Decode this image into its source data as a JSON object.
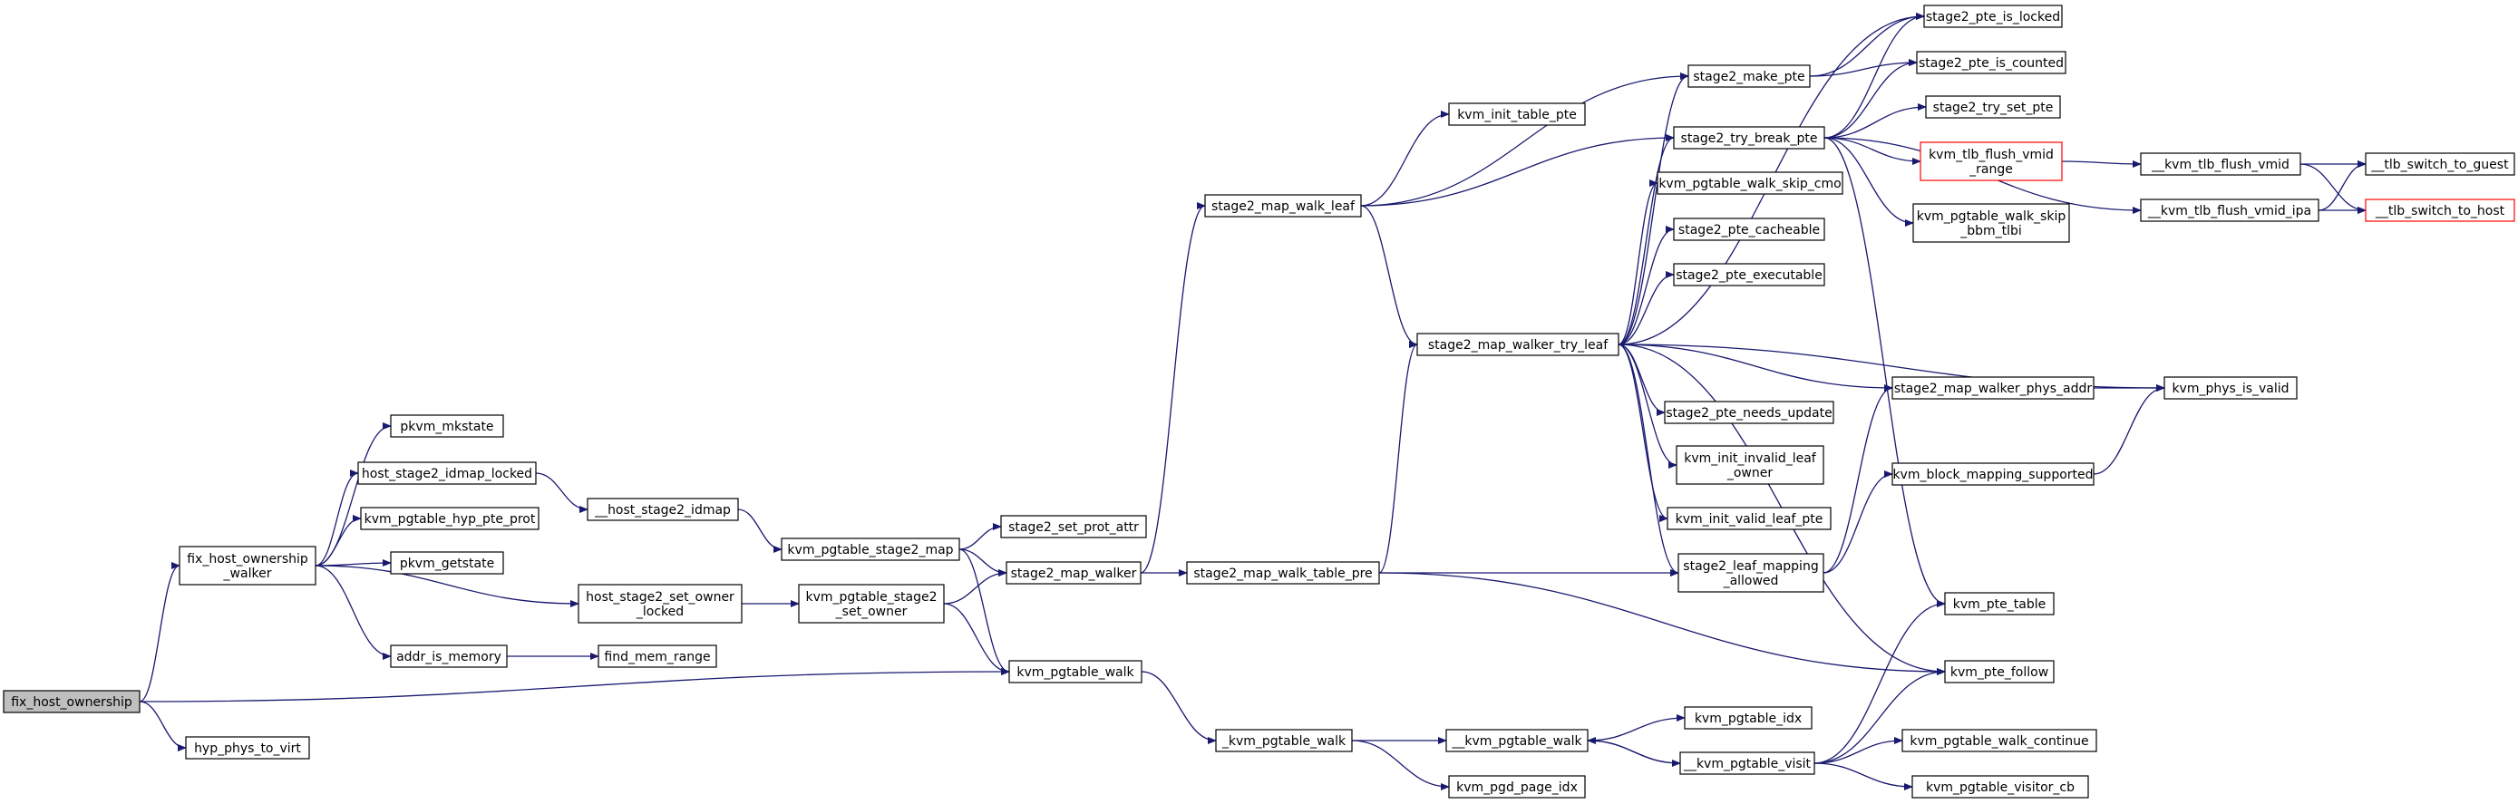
{
  "colors": {
    "edge": "#191970",
    "root_fill": "#bfbfbf",
    "missing_border": "#ff0000"
  },
  "nodes": {
    "fix_host_ownership": {
      "lines": [
        "fix_host_ownership"
      ],
      "root": true
    },
    "hyp_phys_to_virt": {
      "lines": [
        "hyp_phys_to_virt"
      ]
    },
    "fix_host_ownership_walker": {
      "lines": [
        "fix_host_ownership",
        "_walker"
      ]
    },
    "pkvm_mkstate": {
      "lines": [
        "pkvm_mkstate"
      ]
    },
    "host_stage2_idmap_locked": {
      "lines": [
        "host_stage2_idmap_locked"
      ]
    },
    "kvm_pgtable_hyp_pte_prot": {
      "lines": [
        "kvm_pgtable_hyp_pte_prot"
      ]
    },
    "pkvm_getstate": {
      "lines": [
        "pkvm_getstate"
      ]
    },
    "host_stage2_set_owner_locked": {
      "lines": [
        "host_stage2_set_owner",
        "_locked"
      ]
    },
    "addr_is_memory": {
      "lines": [
        "addr_is_memory"
      ]
    },
    "find_mem_range": {
      "lines": [
        "find_mem_range"
      ]
    },
    "host_stage2_idmap": {
      "lines": [
        "__host_stage2_idmap"
      ]
    },
    "kvm_pgtable_stage2_map": {
      "lines": [
        "kvm_pgtable_stage2_map"
      ]
    },
    "kvm_pgtable_stage2_set_owner": {
      "lines": [
        "kvm_pgtable_stage2",
        "_set_owner"
      ]
    },
    "stage2_set_prot_attr": {
      "lines": [
        "stage2_set_prot_attr"
      ]
    },
    "stage2_map_walker": {
      "lines": [
        "stage2_map_walker"
      ]
    },
    "kvm_pgtable_walk": {
      "lines": [
        "kvm_pgtable_walk"
      ]
    },
    "kvm_pgtable_walk_inner": {
      "lines": [
        "_kvm_pgtable_walk"
      ]
    },
    "stage2_map_walk_leaf": {
      "lines": [
        "stage2_map_walk_leaf"
      ]
    },
    "kvm_init_table_pte": {
      "lines": [
        "kvm_init_table_pte"
      ]
    },
    "stage2_map_walk_table_pre": {
      "lines": [
        "stage2_map_walk_table_pre"
      ]
    },
    "kvm_pgtable_walk_2u": {
      "lines": [
        "__kvm_pgtable_walk"
      ]
    },
    "kvm_pgd_page_idx": {
      "lines": [
        "kvm_pgd_page_idx"
      ]
    },
    "stage2_map_walker_try_leaf": {
      "lines": [
        "stage2_map_walker_try_leaf"
      ]
    },
    "stage2_make_pte": {
      "lines": [
        "stage2_make_pte"
      ]
    },
    "stage2_try_break_pte": {
      "lines": [
        "stage2_try_break_pte"
      ]
    },
    "kvm_pgtable_walk_skip_cmo": {
      "lines": [
        "kvm_pgtable_walk_skip_cmo"
      ]
    },
    "stage2_pte_cacheable": {
      "lines": [
        "stage2_pte_cacheable"
      ]
    },
    "stage2_pte_executable": {
      "lines": [
        "stage2_pte_executable"
      ]
    },
    "stage2_pte_needs_update": {
      "lines": [
        "stage2_pte_needs_update"
      ]
    },
    "kvm_init_invalid_leaf_owner": {
      "lines": [
        "kvm_init_invalid_leaf",
        "_owner"
      ]
    },
    "kvm_init_valid_leaf_pte": {
      "lines": [
        "kvm_init_valid_leaf_pte"
      ]
    },
    "stage2_leaf_mapping_allowed": {
      "lines": [
        "stage2_leaf_mapping",
        "_allowed"
      ]
    },
    "kvm_pgtable_idx": {
      "lines": [
        "kvm_pgtable_idx"
      ]
    },
    "kvm_pgtable_visit": {
      "lines": [
        "__kvm_pgtable_visit"
      ]
    },
    "stage2_pte_is_locked": {
      "lines": [
        "stage2_pte_is_locked"
      ]
    },
    "stage2_pte_is_counted": {
      "lines": [
        "stage2_pte_is_counted"
      ]
    },
    "stage2_try_set_pte": {
      "lines": [
        "stage2_try_set_pte"
      ]
    },
    "kvm_tlb_flush_vmid_range": {
      "lines": [
        "kvm_tlb_flush_vmid",
        "_range"
      ],
      "missing": true
    },
    "kvm_pgtable_walk_skip_bbm_tlbi": {
      "lines": [
        "kvm_pgtable_walk_skip",
        "_bbm_tlbi"
      ]
    },
    "stage2_map_walker_phys_addr": {
      "lines": [
        "stage2_map_walker_phys_addr"
      ]
    },
    "kvm_block_mapping_supported": {
      "lines": [
        "kvm_block_mapping_supported"
      ]
    },
    "kvm_pte_table": {
      "lines": [
        "kvm_pte_table"
      ]
    },
    "kvm_pte_follow": {
      "lines": [
        "kvm_pte_follow"
      ]
    },
    "kvm_pgtable_walk_continue": {
      "lines": [
        "kvm_pgtable_walk_continue"
      ]
    },
    "kvm_pgtable_visitor_cb": {
      "lines": [
        "kvm_pgtable_visitor_cb"
      ]
    },
    "kvm_tlb_flush_vmid": {
      "lines": [
        "__kvm_tlb_flush_vmid"
      ]
    },
    "kvm_tlb_flush_vmid_ipa": {
      "lines": [
        "__kvm_tlb_flush_vmid_ipa"
      ]
    },
    "kvm_phys_is_valid": {
      "lines": [
        "kvm_phys_is_valid"
      ]
    },
    "tlb_switch_to_guest": {
      "lines": [
        "__tlb_switch_to_guest"
      ]
    },
    "tlb_switch_to_host": {
      "lines": [
        "__tlb_switch_to_host"
      ],
      "missing": true
    }
  },
  "edges": [
    [
      "fix_host_ownership",
      "fix_host_ownership_walker"
    ],
    [
      "fix_host_ownership",
      "kvm_pgtable_walk"
    ],
    [
      "fix_host_ownership",
      "hyp_phys_to_virt"
    ],
    [
      "fix_host_ownership_walker",
      "pkvm_mkstate"
    ],
    [
      "fix_host_ownership_walker",
      "host_stage2_idmap_locked"
    ],
    [
      "fix_host_ownership_walker",
      "kvm_pgtable_hyp_pte_prot"
    ],
    [
      "fix_host_ownership_walker",
      "pkvm_getstate"
    ],
    [
      "fix_host_ownership_walker",
      "host_stage2_set_owner_locked"
    ],
    [
      "fix_host_ownership_walker",
      "addr_is_memory"
    ],
    [
      "host_stage2_idmap_locked",
      "host_stage2_idmap"
    ],
    [
      "host_stage2_idmap",
      "kvm_pgtable_stage2_map"
    ],
    [
      "addr_is_memory",
      "find_mem_range"
    ],
    [
      "host_stage2_set_owner_locked",
      "kvm_pgtable_stage2_set_owner"
    ],
    [
      "kvm_pgtable_stage2_map",
      "stage2_set_prot_attr"
    ],
    [
      "kvm_pgtable_stage2_map",
      "stage2_map_walker"
    ],
    [
      "kvm_pgtable_stage2_map",
      "kvm_pgtable_walk"
    ],
    [
      "kvm_pgtable_stage2_set_owner",
      "stage2_map_walker"
    ],
    [
      "kvm_pgtable_stage2_set_owner",
      "kvm_pgtable_walk"
    ],
    [
      "stage2_map_walker",
      "stage2_map_walk_leaf"
    ],
    [
      "stage2_map_walker",
      "stage2_map_walk_table_pre"
    ],
    [
      "kvm_pgtable_walk",
      "kvm_pgtable_walk_inner"
    ],
    [
      "kvm_pgtable_walk_inner",
      "kvm_pgtable_walk_2u"
    ],
    [
      "kvm_pgtable_walk_inner",
      "kvm_pgd_page_idx"
    ],
    [
      "stage2_map_walk_leaf",
      "kvm_init_table_pte"
    ],
    [
      "stage2_map_walk_leaf",
      "stage2_make_pte"
    ],
    [
      "stage2_map_walk_leaf",
      "stage2_try_break_pte"
    ],
    [
      "stage2_map_walk_leaf",
      "stage2_map_walker_try_leaf"
    ],
    [
      "stage2_map_walk_table_pre",
      "stage2_map_walker_try_leaf"
    ],
    [
      "stage2_map_walk_table_pre",
      "stage2_leaf_mapping_allowed"
    ],
    [
      "stage2_map_walk_table_pre",
      "kvm_pte_follow"
    ],
    [
      "kvm_pgtable_walk_2u",
      "kvm_pgtable_idx"
    ],
    [
      "kvm_pgtable_walk_2u",
      "kvm_pgtable_visit"
    ],
    [
      "kvm_pgtable_visit",
      "kvm_pgtable_walk_2u"
    ],
    [
      "kvm_pgtable_visit",
      "kvm_pte_table"
    ],
    [
      "kvm_pgtable_visit",
      "kvm_pte_follow"
    ],
    [
      "kvm_pgtable_visit",
      "kvm_pgtable_walk_continue"
    ],
    [
      "kvm_pgtable_visit",
      "kvm_pgtable_visitor_cb"
    ],
    [
      "stage2_map_walker_try_leaf",
      "stage2_make_pte"
    ],
    [
      "stage2_map_walker_try_leaf",
      "stage2_try_break_pte"
    ],
    [
      "stage2_map_walker_try_leaf",
      "kvm_pgtable_walk_skip_cmo"
    ],
    [
      "stage2_map_walker_try_leaf",
      "stage2_pte_cacheable"
    ],
    [
      "stage2_map_walker_try_leaf",
      "stage2_pte_executable"
    ],
    [
      "stage2_map_walker_try_leaf",
      "stage2_pte_needs_update"
    ],
    [
      "stage2_map_walker_try_leaf",
      "kvm_init_invalid_leaf_owner"
    ],
    [
      "stage2_map_walker_try_leaf",
      "kvm_init_valid_leaf_pte"
    ],
    [
      "stage2_map_walker_try_leaf",
      "stage2_leaf_mapping_allowed"
    ],
    [
      "stage2_map_walker_try_leaf",
      "stage2_map_walker_phys_addr"
    ],
    [
      "stage2_map_walker_try_leaf",
      "kvm_phys_is_valid"
    ],
    [
      "stage2_map_walker_try_leaf",
      "kvm_pte_follow"
    ],
    [
      "stage2_map_walker_try_leaf",
      "stage2_pte_is_locked"
    ],
    [
      "stage2_make_pte",
      "stage2_pte_is_locked"
    ],
    [
      "stage2_make_pte",
      "stage2_pte_is_counted"
    ],
    [
      "stage2_try_break_pte",
      "stage2_pte_is_locked"
    ],
    [
      "stage2_try_break_pte",
      "stage2_pte_is_counted"
    ],
    [
      "stage2_try_break_pte",
      "stage2_try_set_pte"
    ],
    [
      "stage2_try_break_pte",
      "kvm_tlb_flush_vmid_range"
    ],
    [
      "stage2_try_break_pte",
      "kvm_tlb_flush_vmid_ipa"
    ],
    [
      "stage2_try_break_pte",
      "kvm_pgtable_walk_skip_bbm_tlbi"
    ],
    [
      "stage2_try_break_pte",
      "kvm_pte_table"
    ],
    [
      "kvm_tlb_flush_vmid_range",
      "kvm_tlb_flush_vmid"
    ],
    [
      "kvm_tlb_flush_vmid",
      "tlb_switch_to_guest"
    ],
    [
      "kvm_tlb_flush_vmid",
      "tlb_switch_to_host"
    ],
    [
      "kvm_tlb_flush_vmid_ipa",
      "tlb_switch_to_guest"
    ],
    [
      "kvm_tlb_flush_vmid_ipa",
      "tlb_switch_to_host"
    ],
    [
      "stage2_leaf_mapping_allowed",
      "stage2_map_walker_phys_addr"
    ],
    [
      "stage2_leaf_mapping_allowed",
      "kvm_block_mapping_supported"
    ],
    [
      "stage2_map_walker_phys_addr",
      "kvm_phys_is_valid"
    ],
    [
      "kvm_block_mapping_supported",
      "kvm_phys_is_valid"
    ]
  ]
}
